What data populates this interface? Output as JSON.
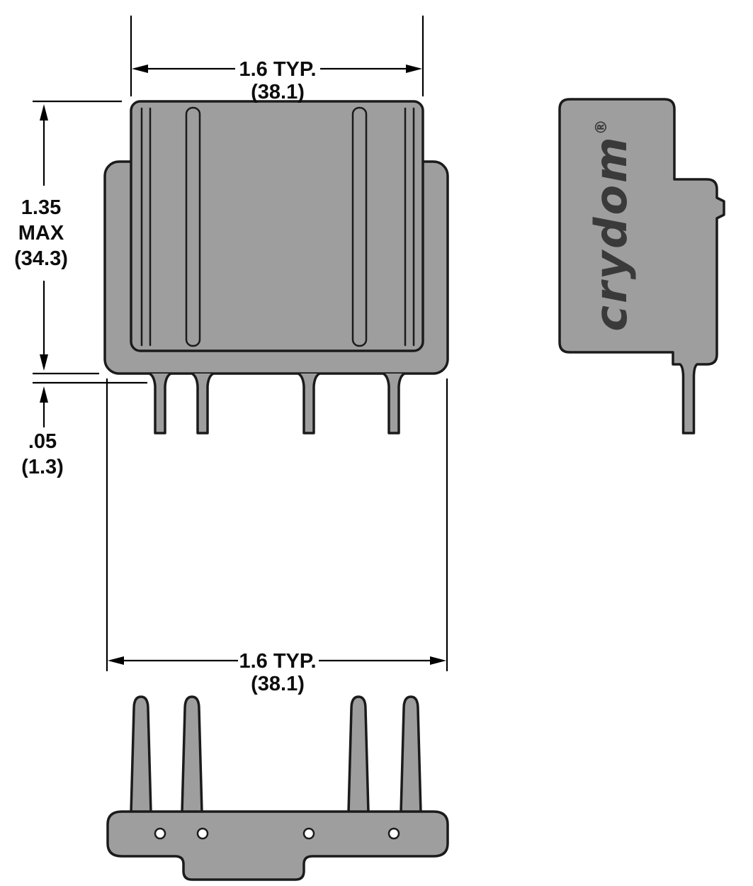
{
  "dims": {
    "front_width_in": "1.6 TYP.",
    "front_width_mm": "(38.1)",
    "height_l1": "1.35",
    "height_l2": "MAX",
    "height_l3": "(34.3)",
    "standoff_in": ".05",
    "standoff_mm": "(1.3)",
    "bottom_width_in": "1.6 TYP.",
    "bottom_width_mm": "(38.1)"
  },
  "logo": {
    "text": "crydom",
    "mark": "®"
  },
  "colors": {
    "body_fill": "#9e9e9e",
    "outline": "#1b1b1b",
    "dimension": "#000000",
    "logo_text": "#3a3a3a",
    "hole_fill": "#ffffff"
  }
}
